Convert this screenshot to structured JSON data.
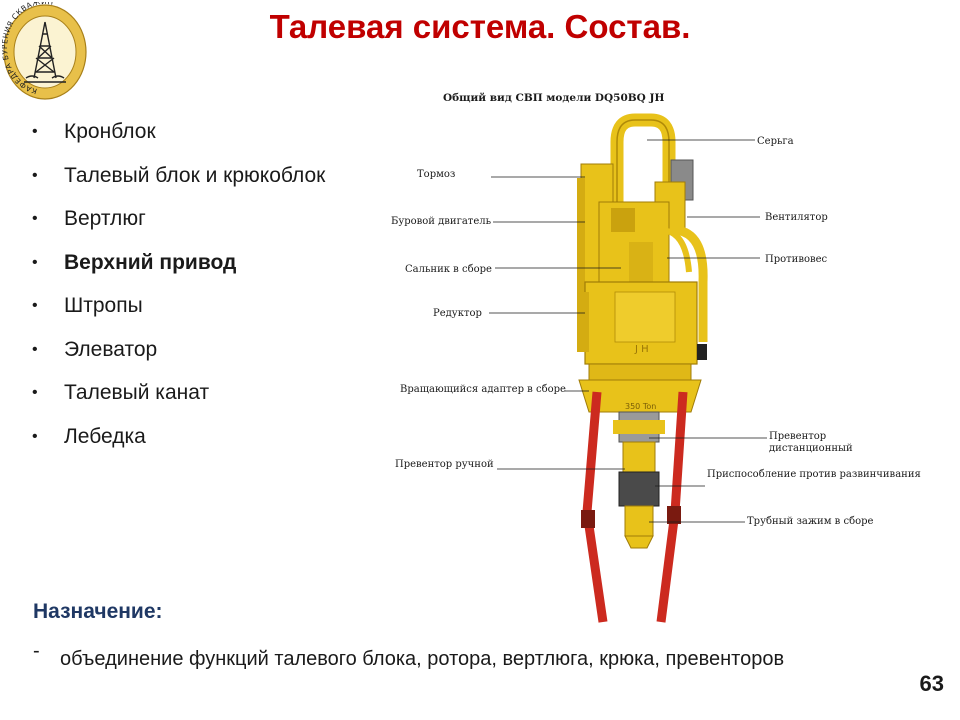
{
  "slide": {
    "title": "Талевая система. Состав.",
    "page_number": "63"
  },
  "logo": {
    "ring_text": "КАФЕДРА БУРЕНИЯ СКВАЖИН",
    "colors": {
      "ring": "#e8c04a",
      "inner": "#fbf3d2",
      "ink": "#222222"
    }
  },
  "bullets": [
    {
      "text": "Кронблок",
      "bold": false
    },
    {
      "text": "Талевый блок и крюкоблок",
      "bold": false
    },
    {
      "text": "Вертлюг",
      "bold": false
    },
    {
      "text": "Верхний привод",
      "bold": true
    },
    {
      "text": "Штропы",
      "bold": false
    },
    {
      "text": "Элеватор",
      "bold": false
    },
    {
      "text": "Талевый канат",
      "bold": false
    },
    {
      "text": "Лебедка",
      "bold": false
    }
  ],
  "figure": {
    "title": "Общий вид СВП модели DQ50BQ JH",
    "stamp": "J H",
    "plate": "350 Ton",
    "labels": {
      "serga": "Серьга",
      "tormoz": "Тормоз",
      "ventilator": "Вентилятор",
      "drill_motor": "Буровой двигатель",
      "counterweight": "Противовес",
      "gland": "Сальник в сборе",
      "reducer": "Редуктор",
      "adapter": "Вращающийся адаптер в сборе",
      "remote_bop_1": "Превентор",
      "remote_bop_2": "дистанционный",
      "manual_bop": "Превентор ручной",
      "anti_unscrew": "Приспособление против развинчивания",
      "pipe_clamp": "Трубный зажим в сборе"
    },
    "colors": {
      "body": "#e8c21a",
      "dark": "#b08a08",
      "links": "#cc2a1f",
      "metal": "#5a5a5a"
    }
  },
  "purpose": {
    "heading": "Назначение:",
    "dash": "-",
    "text": "объединение функций талевого блока, ротора, вертлюга, крюка, превенторов"
  }
}
